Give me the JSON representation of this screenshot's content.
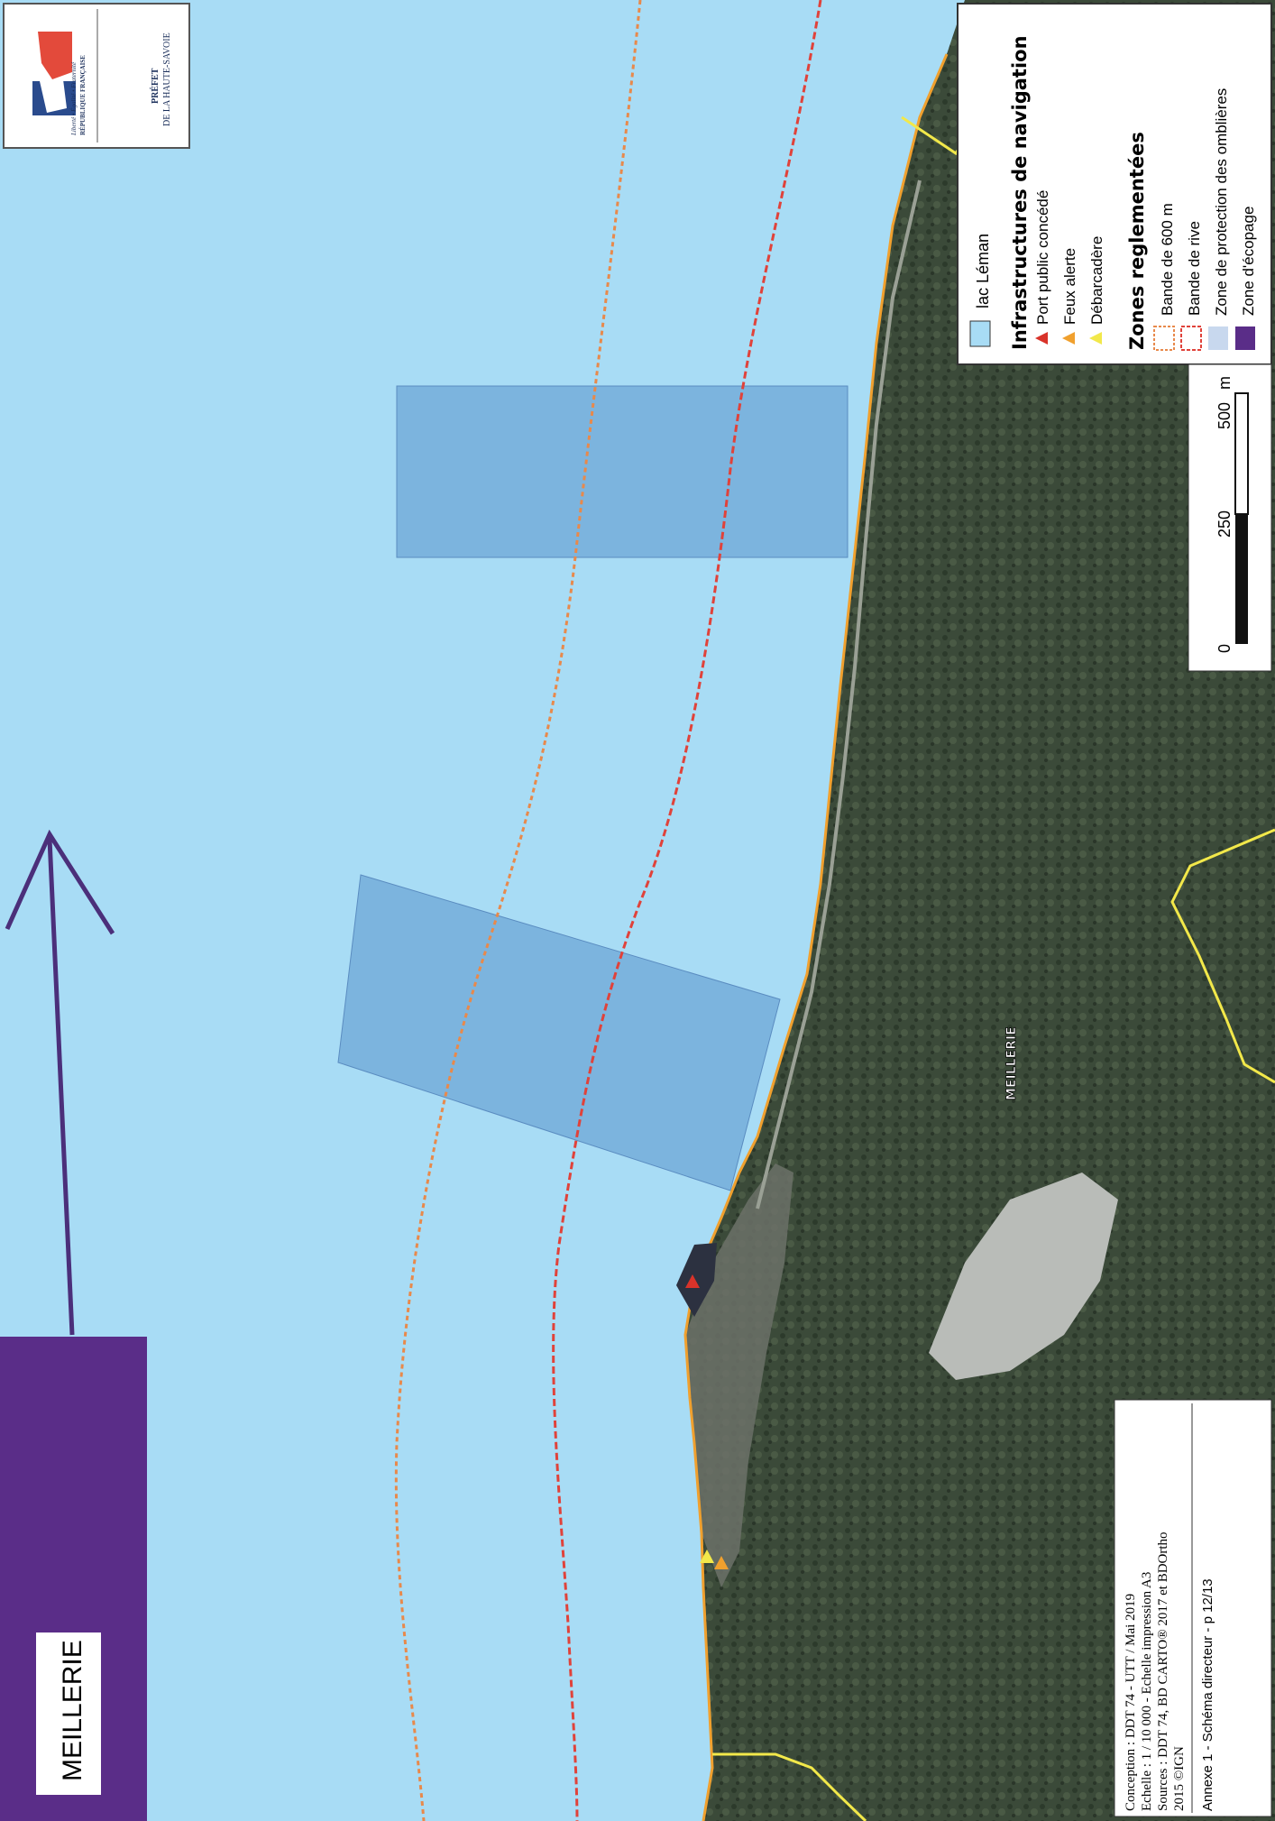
{
  "colors": {
    "lake": "#a8dcf5",
    "land": "#3b4a39",
    "quarry": "#b9bcb8",
    "ombliere_zone": "#6ea7d6",
    "ecopage_zone": "#5a2d88",
    "arrow": "#4b2f7a",
    "band_600": "#e8894b",
    "band_rive": "#e0423a",
    "shoreline": "#f0a02e",
    "commune_boundary": "#f2e84a",
    "port_symbol": "#d9332a",
    "feux_symbol": "#f0a02e",
    "debarcadere_symbol": "#f2e84a"
  },
  "logo": {
    "brand_text_1": "Liberté • Égalité • Fraternité",
    "brand_text_2": "RÉPUBLIQUE FRANÇAISE",
    "prefet_line_1": "PRÉFET",
    "prefet_line_2": "DE LA HAUTE-SAVOIE",
    "logo_icon": "marianne-logo"
  },
  "legend": {
    "lake_label": "lac Léman",
    "section_infra": "Infrastructures de navigation",
    "port_label": "Port public concédé",
    "feux_label": "Feux alerte",
    "debarcadere_label": "Débarcadère",
    "section_zones": "Zones reglementées",
    "band_600_label": "Bande de 600 m",
    "band_rive_label": "Bande de rive",
    "ombliere_label": "Zone de protection des omblières",
    "ecopage_label": "Zone d'écopage"
  },
  "scale_bar": {
    "tick_0": "0",
    "tick_250": "250",
    "tick_500": "500",
    "unit": "m"
  },
  "map": {
    "place_label": "MEILLERIE",
    "zone_title": "MEILLERIE"
  },
  "credits": {
    "line_1": "Conception : DDT 74 - UTT / Mai 2019",
    "line_2": "Echelle : 1 / 10 000 - Echelle impression A3",
    "line_3": "Sources : DDT 74, BD CARTO® 2017 et BDOrtho",
    "line_4": "2015 ©IGN",
    "line_5": "Annexe 1 - Schéma directeur - p 12/13"
  }
}
